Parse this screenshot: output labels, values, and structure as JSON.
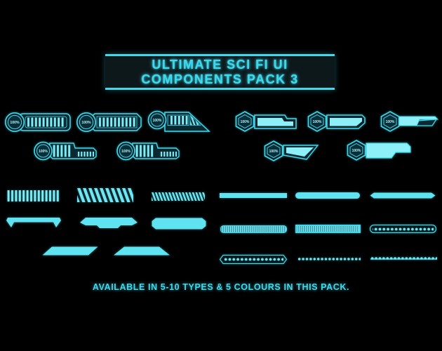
{
  "title": {
    "line1": "ULTIMATE SCI FI UI",
    "line2": "COMPONENTS PACK 3"
  },
  "footer": {
    "text": "AVAILABLE IN 5-10 TYPES & 5 COLOURS IN THIS PACK."
  },
  "badge": {
    "value": "100%"
  },
  "colors": {
    "background": "#000000",
    "accent": "#3fd9ec",
    "tick": "#7deef8",
    "solid_fill": "#5fe3f0",
    "light_fill": "#8deff8",
    "panel_fill": "#0b2930",
    "band_background": "#0d181b"
  },
  "component_names": {
    "progress_bars": [
      "circle-badge-rounded-tick-bar",
      "circle-badge-octagon-tick-bar",
      "circle-badge-blade-tick-bar",
      "circle-badge-step-tick-bar",
      "circle-badge-step-tick-bar-2"
    ],
    "label_bars": [
      "hex-badge-step-bar",
      "hex-badge-notch-bar",
      "hex-badge-blade-bar",
      "hex-badge-knife-bar",
      "hex-badge-slab-bar"
    ],
    "dividers": [
      "vertical-ticks",
      "slanted-ticks",
      "fine-slanted-ticks",
      "solid-bar",
      "rounded-bar",
      "pointed-bar",
      "bridge-bar",
      "chevron-notch-bar",
      "octagon-bar",
      "hatched-rounded-bar",
      "hatched-square-bar",
      "dotted-pill-bar",
      "parallelogram-bar",
      "trapezoid-bar",
      "dotted-pointed-bar",
      "dot-row",
      "dot-row-line"
    ]
  }
}
